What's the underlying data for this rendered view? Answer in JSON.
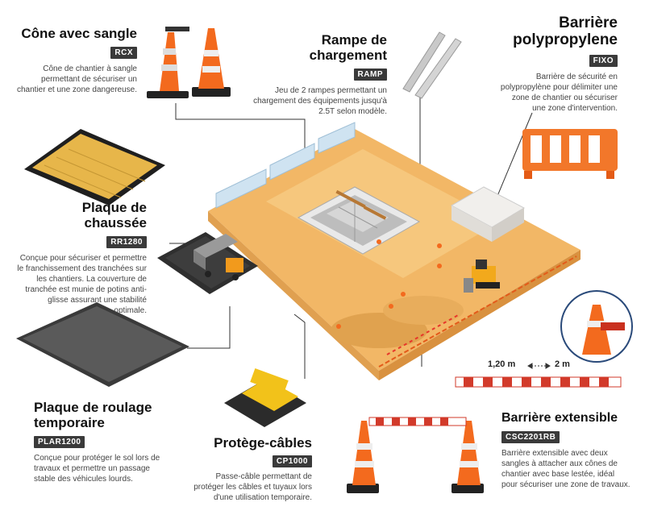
{
  "products": {
    "cone": {
      "title": "Cône avec sangle",
      "code": "RCX",
      "desc": "Cône de chantier à sangle permettant de sécuriser un chantier et une zone dangereuse."
    },
    "ramp": {
      "title": "Rampe de chargement",
      "code": "RAMP",
      "desc": "Jeu de 2 rampes permettant un chargement des équipements jusqu'à 2.5T selon modèle."
    },
    "barrier_pp": {
      "title_line1": "Barrière",
      "title_line2": "polypropylene",
      "code": "FIXO",
      "desc": "Barrière de sécurité en polypropylène pour délimiter une zone de chantier ou sécuriser une zone d'intervention."
    },
    "road_plate": {
      "title": "Plaque de chaussée",
      "code": "RR1280",
      "desc": "Conçue pour sécuriser et permettre le franchissement des tranchées sur les chantiers. La couverture de tranchée est munie de potins anti-glisse assurant une stabilité optimale."
    },
    "rolling_plate": {
      "title_line1": "Plaque de roulage",
      "title_line2": "temporaire",
      "code": "PLAR1200",
      "desc": "Conçue pour protéger le sol lors de travaux et permettre un passage stable des véhicules lourds."
    },
    "cable_protector": {
      "title": "Protège-câbles",
      "code": "CP1000",
      "desc": "Passe-câble permettant de protéger les câbles et tuyaux lors d'une utilisation temporaire."
    },
    "extensible": {
      "title": "Barrière extensible",
      "code": "CSC2201RB",
      "desc": "Barrière extensible avec deux sangles à attacher aux cônes de chantier avec base lestée, idéal pour sécuriser une zone de travaux."
    },
    "dimensions": {
      "min": "1,20 m",
      "max": "2 m"
    }
  },
  "colors": {
    "ground": "#f0b45e",
    "orange": "#f36a1e",
    "dark": "#3a3a3a"
  }
}
